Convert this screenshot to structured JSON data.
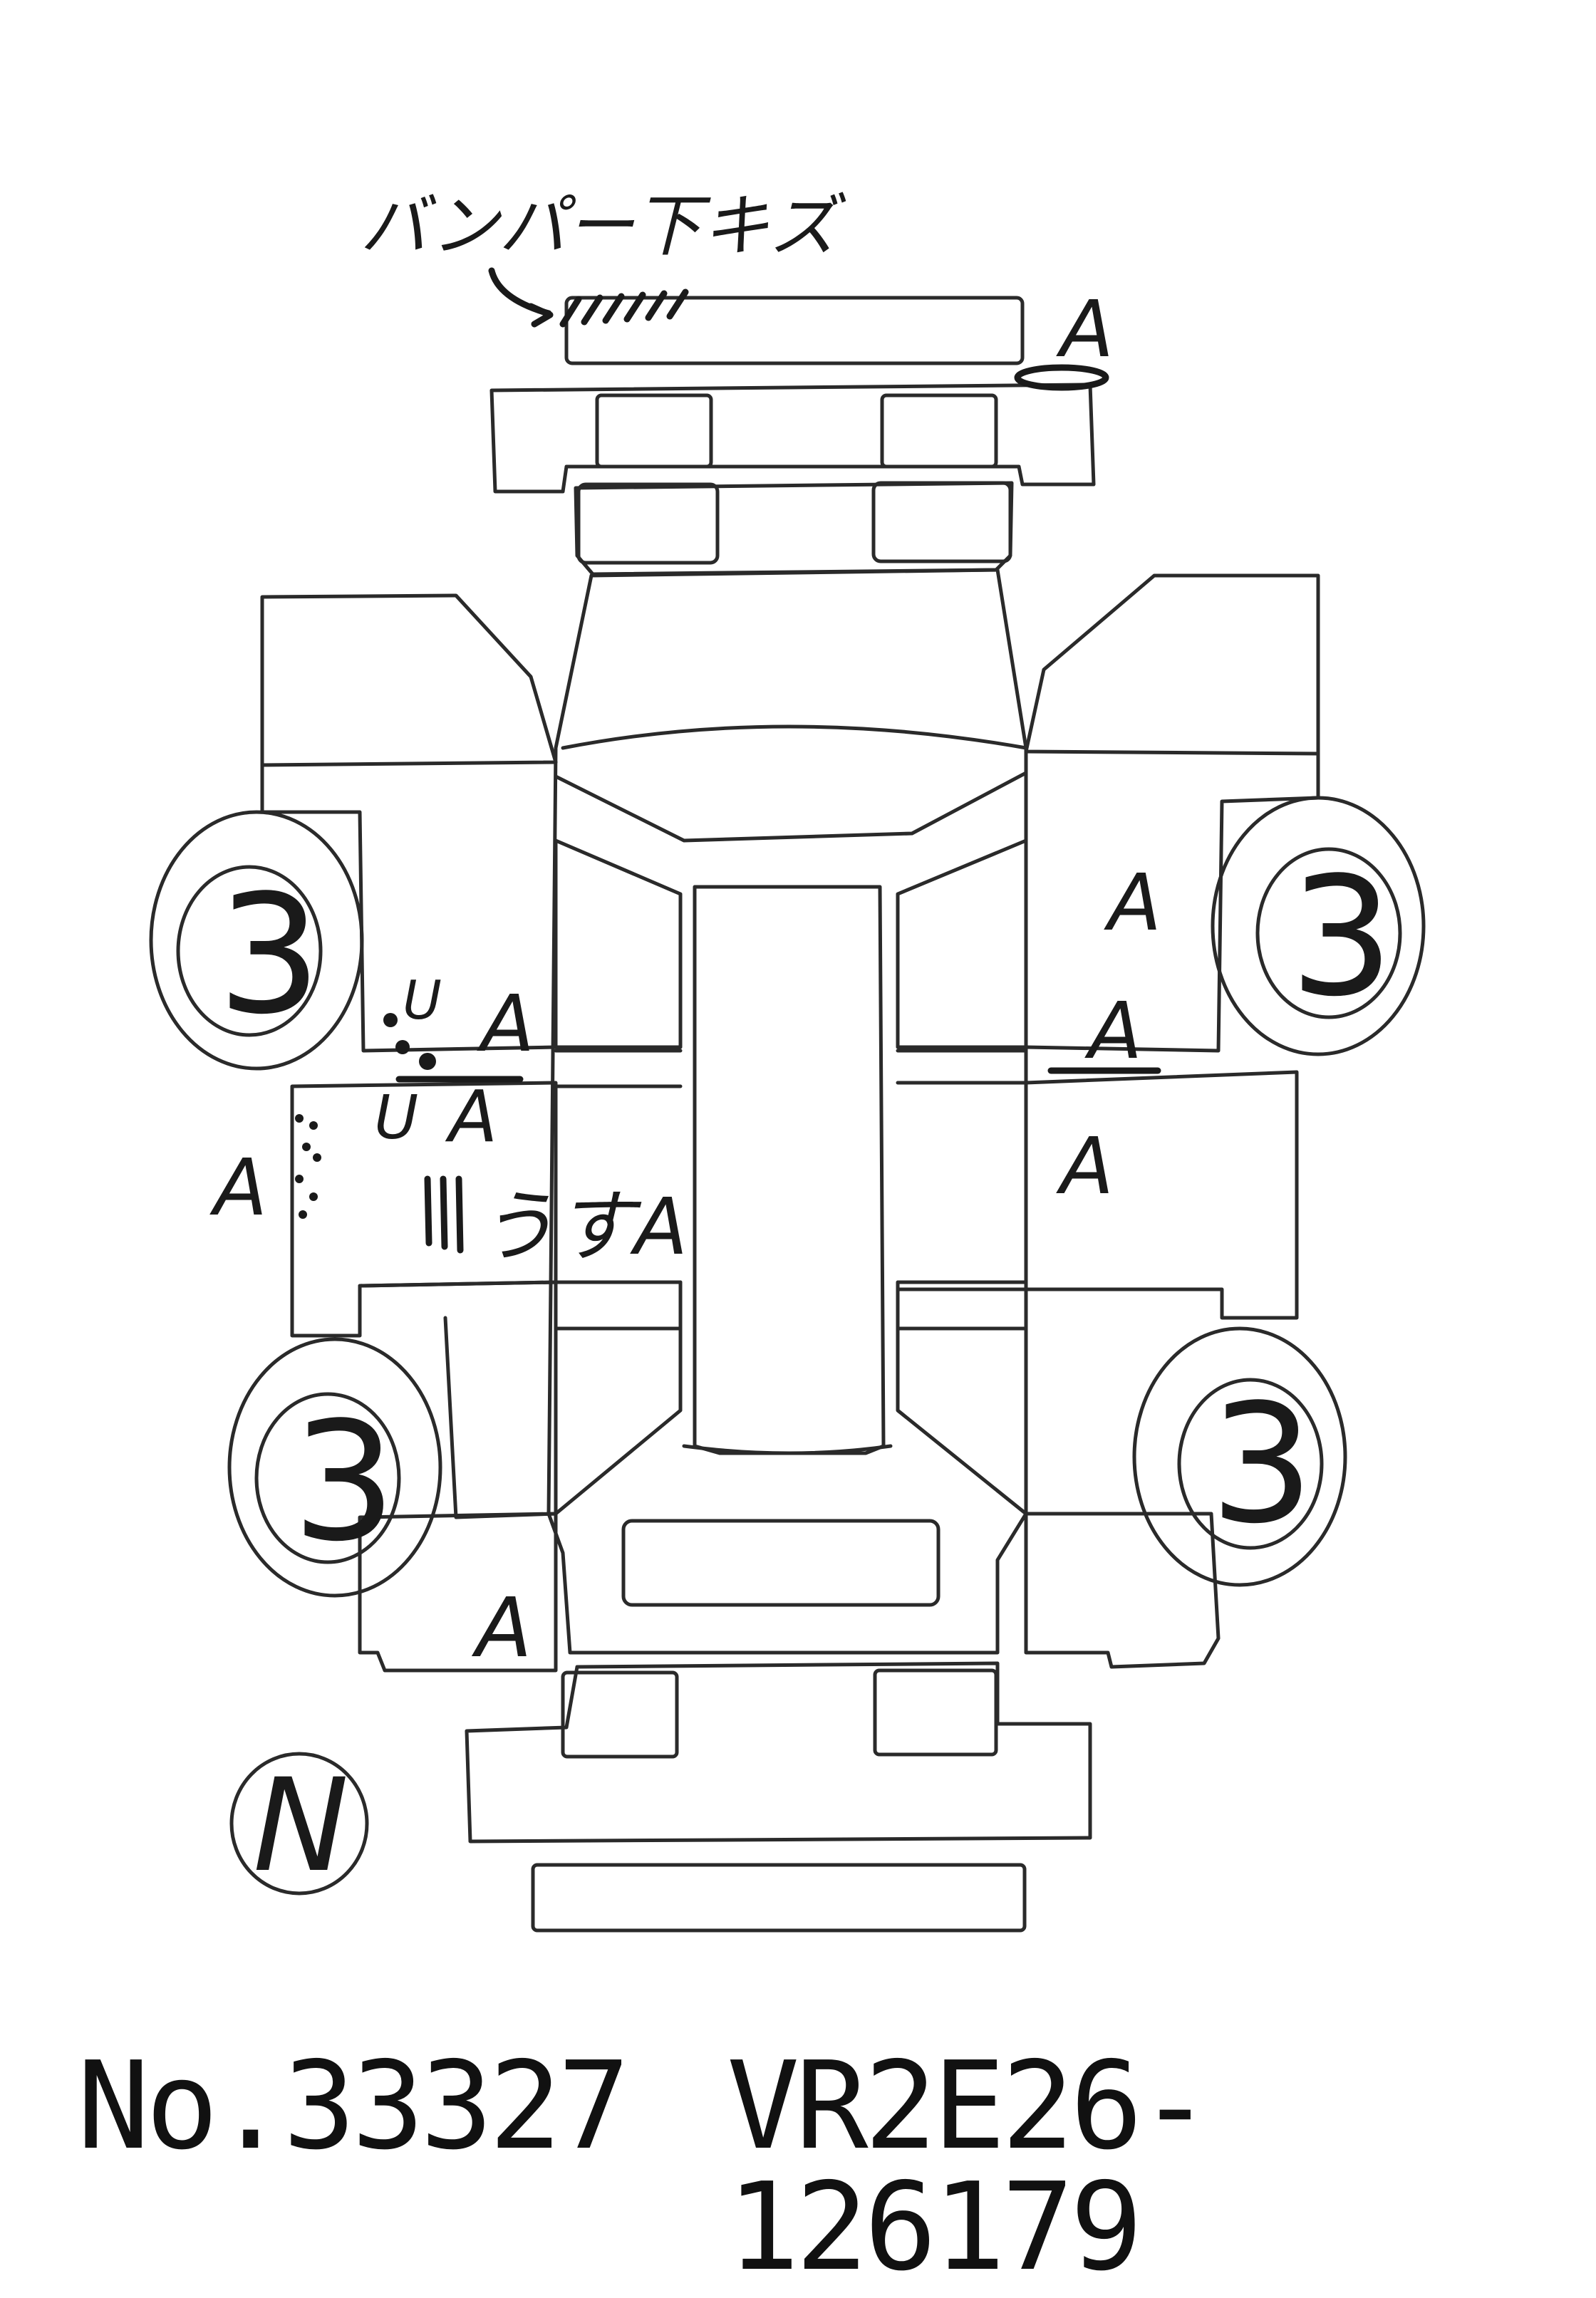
{
  "front_bumper_note": "バンパー下キズ",
  "marks": {
    "front_bumper_a": "A",
    "rear_left_a": "A",
    "left_fender_a": "A",
    "left_fender_u_top": "U",
    "left_door_u": "U",
    "left_door_a_top": "A",
    "left_door_a_mid": "A",
    "left_panel_a": "A",
    "left_door_note": "うすA",
    "right_fender_a": "A",
    "right_door_a_top": "A",
    "right_door_a_mid": "A"
  },
  "tires": {
    "front_left": "3",
    "front_right": "3",
    "rear_left": "3",
    "rear_right": "3"
  },
  "north_symbol": "N",
  "footer": {
    "lot_number": "No.33327",
    "vin": "VR2E26-126179"
  }
}
